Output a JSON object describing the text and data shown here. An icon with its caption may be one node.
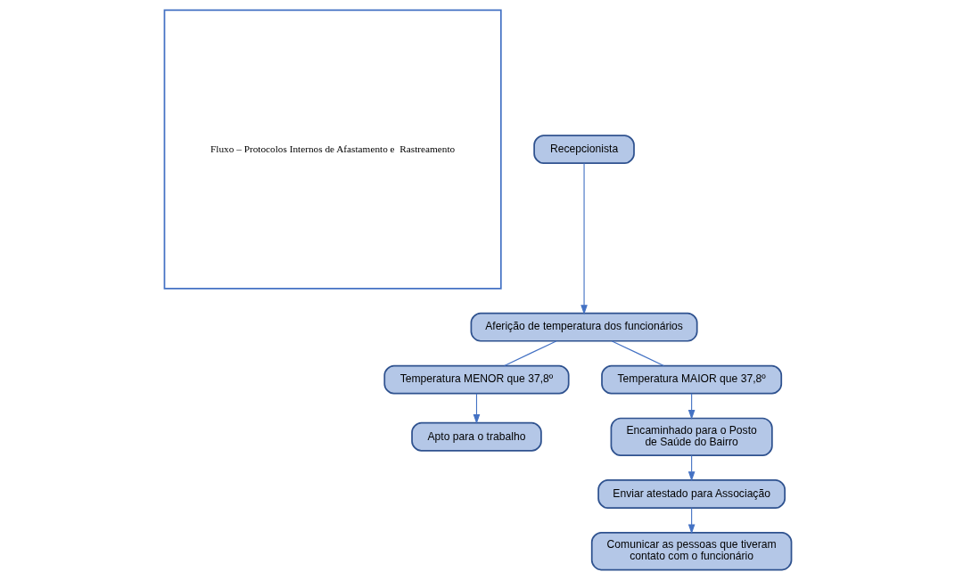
{
  "diagram": {
    "nodes": [
      {
        "text": [
          "Fluxo – Protocolos Internos de Afastamento e  Rastreamento"
        ]
      },
      {
        "text": [
          "Recepcionista"
        ]
      },
      {
        "text": [
          "Aferição de temperatura dos funcionários"
        ]
      },
      {
        "text": [
          "Temperatura MENOR que 37,8º"
        ]
      },
      {
        "text": [
          "Temperatura MAIOR que 37,8º"
        ]
      },
      {
        "text": [
          "Apto para o trabalho"
        ]
      },
      {
        "text": [
          "Encaminhado para o Posto de Saúde do Bairro"
        ]
      },
      {
        "text": [
          "Enviar atestado para Associação"
        ]
      },
      {
        "text": [
          "Comunicar as pessoas que tiveram contato com o funcionário"
        ]
      }
    ],
    "edges": [
      {
        "from": 1,
        "to": 2,
        "arrow": "to"
      },
      {
        "from": 2,
        "to": 3,
        "arrow": "none"
      },
      {
        "from": 2,
        "to": 4,
        "arrow": "none"
      },
      {
        "from": 3,
        "to": 5,
        "arrow": "to"
      },
      {
        "from": 4,
        "to": 6,
        "arrow": "to"
      },
      {
        "from": 6,
        "to": 7,
        "arrow": "to"
      },
      {
        "from": 7,
        "to": 8,
        "arrow": "to"
      }
    ]
  }
}
